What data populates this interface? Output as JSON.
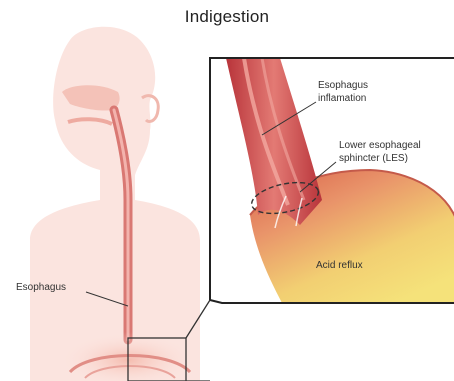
{
  "title": "Indigestion",
  "labels": {
    "esophagus": "Esophagus",
    "inflammation_line1": "Esophagus",
    "inflammation_line2": "inflamation",
    "les_line1": "Lower esophageal",
    "les_line2": "sphincter (LES)",
    "acid_reflux": "Acid reflux"
  }
}
